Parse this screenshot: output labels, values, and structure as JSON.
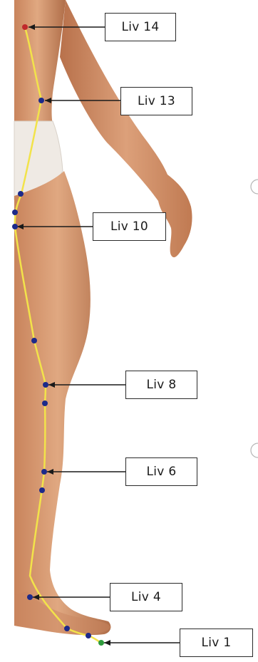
{
  "figure": {
    "subject": "Liver meridian points on the leg and torso"
  },
  "labels": {
    "liv14": "Liv 14",
    "liv13": "Liv 13",
    "liv10": "Liv 10",
    "liv8": "Liv 8",
    "liv6": "Liv 6",
    "liv4": "Liv 4",
    "liv1": "Liv 1"
  },
  "colors": {
    "meridian_line": "#f2e34a",
    "point_default": "#1c2a8a",
    "point_liv14": "#c0282c",
    "point_liv1": "#2e9a3c",
    "skin": "#d79a72",
    "skin_shadow": "#b8714b",
    "underwear": "#efeae4",
    "leader_line": "#1a1a1a"
  },
  "icons": {
    "meridian-point": "dot",
    "page-hole": "circle-outline"
  }
}
